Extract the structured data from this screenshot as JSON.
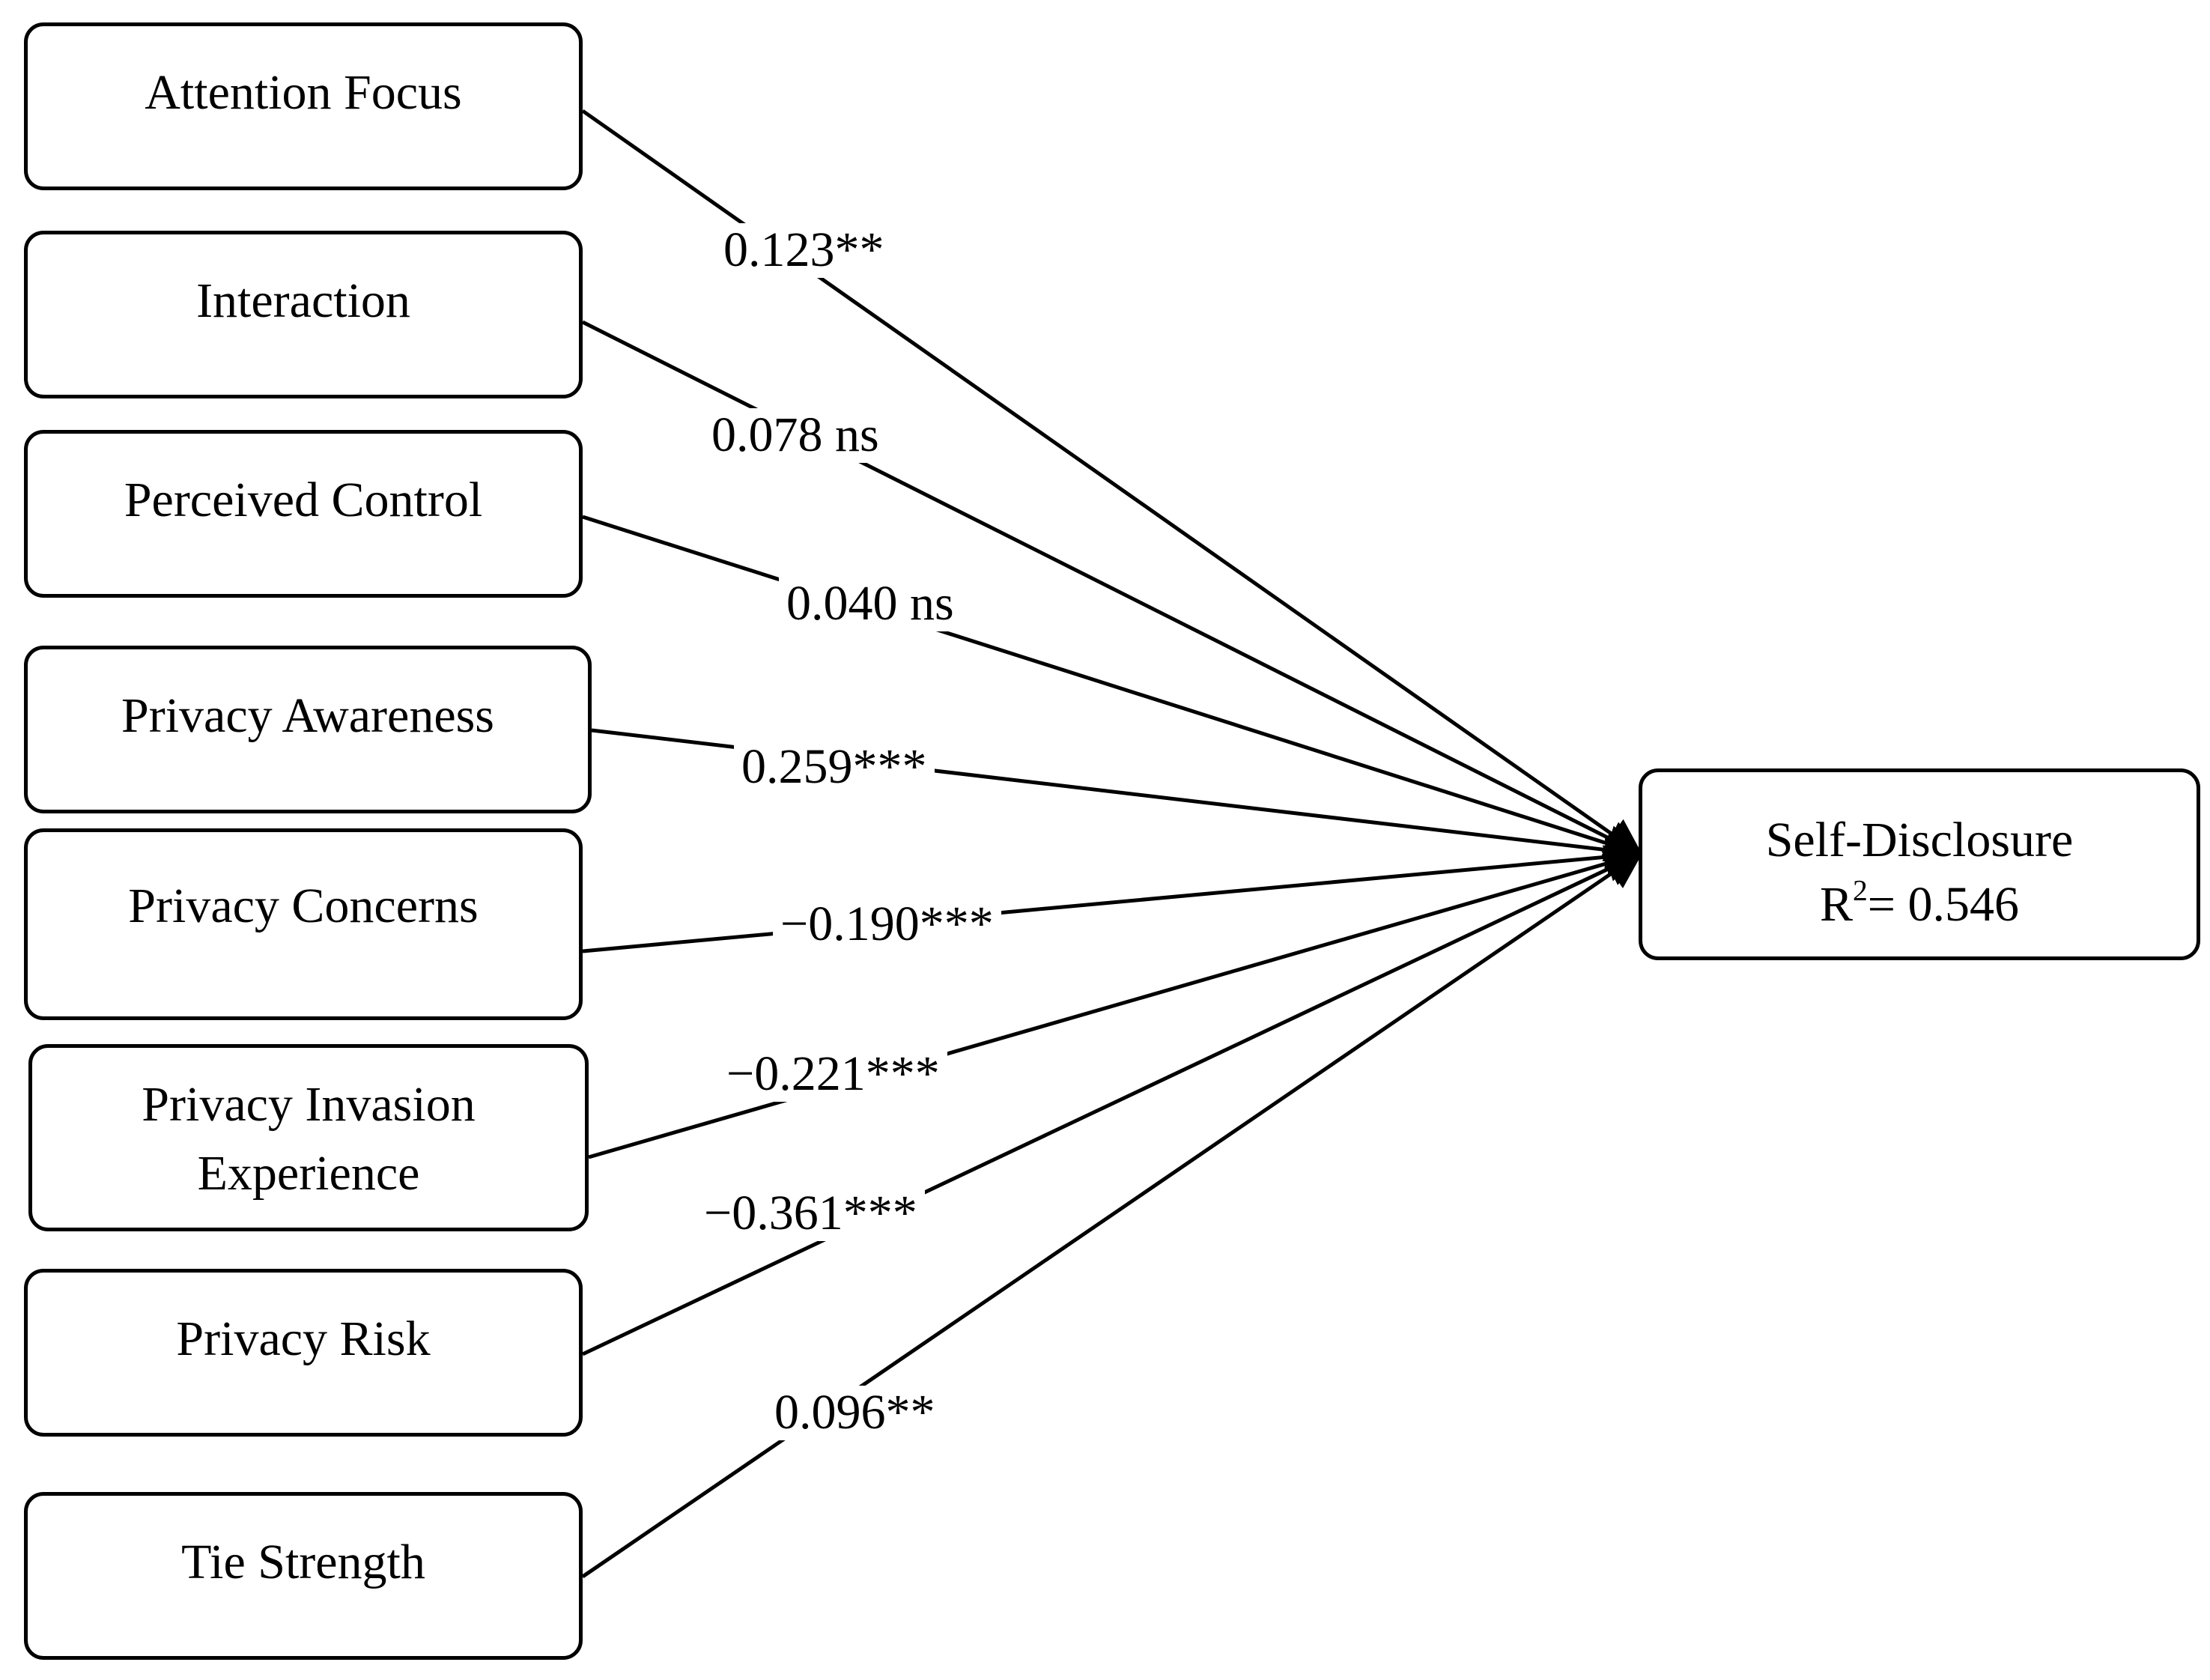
{
  "predictors": [
    {
      "label": "Attention Focus",
      "coefficient": "0.123**"
    },
    {
      "label": "Interaction",
      "coefficient": "0.078 ns"
    },
    {
      "label": "Perceived Control",
      "coefficient": "0.040 ns"
    },
    {
      "label": "Privacy Awareness",
      "coefficient": "0.259***"
    },
    {
      "label": "Privacy Concerns",
      "coefficient": "−0.190***"
    },
    {
      "label_line1": "Privacy Invasion",
      "label_line2": "Experience",
      "coefficient": "−0.221***"
    },
    {
      "label": "Privacy Risk",
      "coefficient": "−0.361***"
    },
    {
      "label": "Tie Strength",
      "coefficient": "0.096**"
    }
  ],
  "outcome": {
    "label": "Self-Disclosure",
    "r2_prefix": "R",
    "r2_superscript": "2",
    "r2_value": "= 0.546"
  }
}
